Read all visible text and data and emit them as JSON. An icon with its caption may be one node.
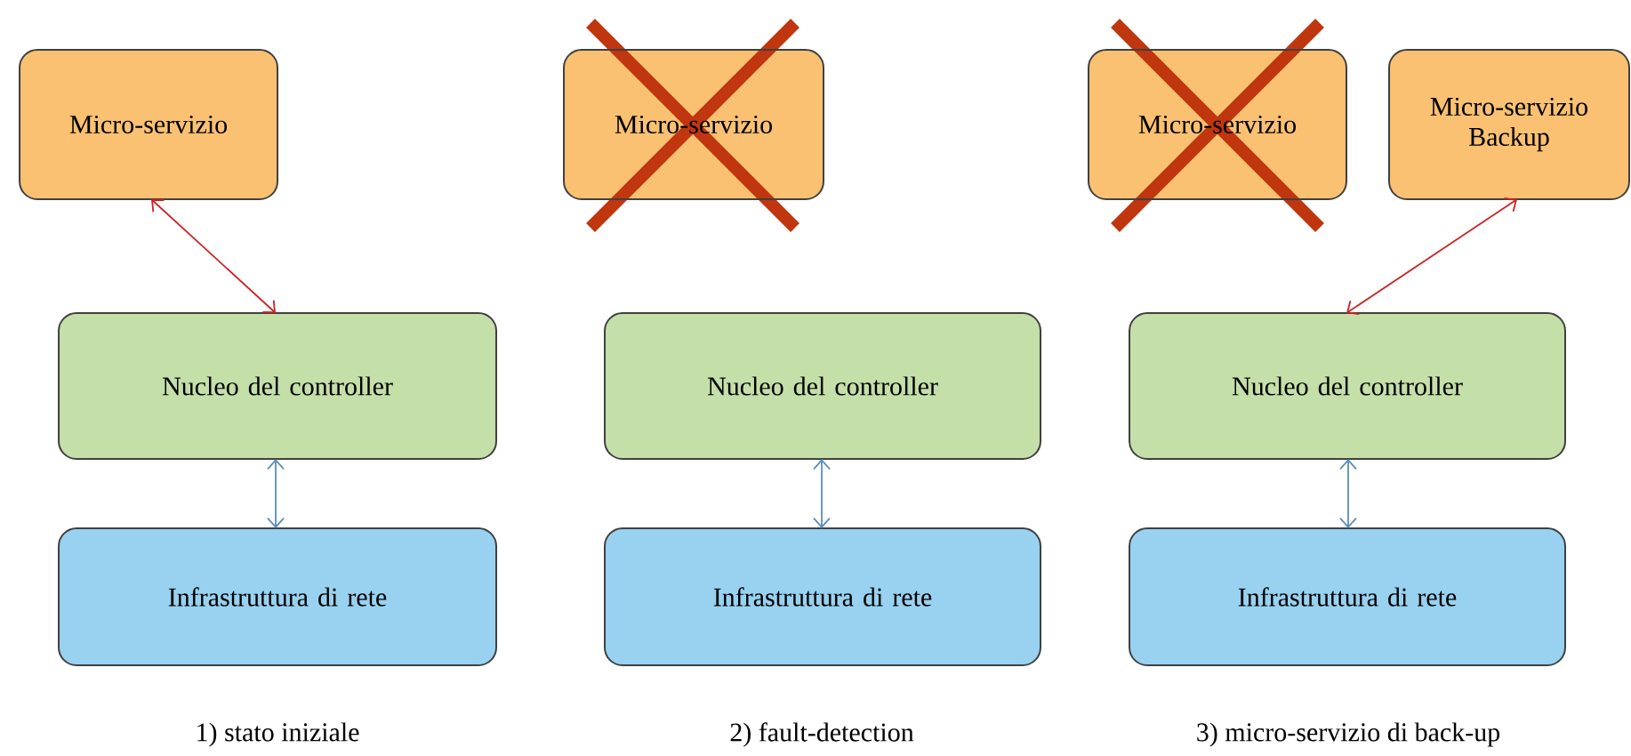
{
  "diagram": {
    "nodes": [
      {
        "text": [
          "Micro-servizio"
        ]
      },
      {
        "text": [
          "Nucleo del controller"
        ]
      },
      {
        "text": [
          "Infrastruttura di rete"
        ]
      },
      {
        "text": [
          "Micro-servizio"
        ]
      },
      {
        "text": [
          "Nucleo del controller"
        ]
      },
      {
        "text": [
          "Infrastruttura di rete"
        ]
      },
      {
        "text": [
          "Micro-servizio"
        ]
      },
      {
        "text": [
          "Micro-servizio Backup"
        ]
      },
      {
        "text": [
          "Nucleo del controller"
        ]
      },
      {
        "text": [
          "Infrastruttura di rete"
        ]
      }
    ],
    "edges": [
      {
        "from": 0,
        "to": 1,
        "arrow": "both",
        "color": "#cc2222"
      },
      {
        "from": 1,
        "to": 2,
        "arrow": "both",
        "color": "#5b8db8"
      },
      {
        "from": 4,
        "to": 5,
        "arrow": "both",
        "color": "#5b8db8"
      },
      {
        "from": 7,
        "to": 8,
        "arrow": "both",
        "color": "#cc2222"
      },
      {
        "from": 8,
        "to": 9,
        "arrow": "both",
        "color": "#5b8db8"
      }
    ],
    "labels": [
      "1) stato iniziale",
      "2) fault-detection",
      "3) micro-servizio di back-up"
    ]
  }
}
